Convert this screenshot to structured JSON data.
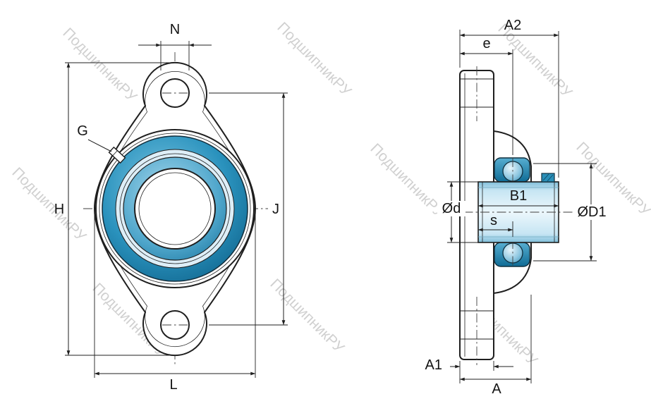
{
  "title": "Flanged bearing unit technical drawing",
  "watermark": {
    "text": "ПодшипникРУ"
  },
  "colors": {
    "accent_blue": "#1b7ea8",
    "light_blue": "#bfe0ef",
    "line": "#1f1f1f"
  },
  "front_view": {
    "dims": {
      "N": "N",
      "G": "G",
      "H": "H",
      "L": "L",
      "J": "J"
    }
  },
  "side_view": {
    "dims": {
      "A2": "A2",
      "e": "e",
      "od": "Ød",
      "B1": "B1",
      "s": "s",
      "oD1": "ØD1",
      "A1": "A1",
      "A": "A"
    }
  }
}
